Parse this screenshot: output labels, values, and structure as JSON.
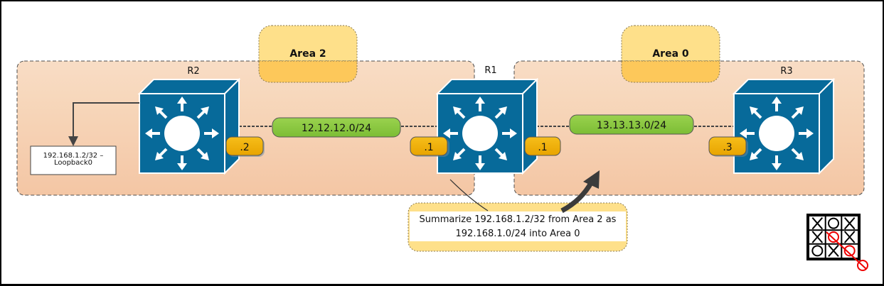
{
  "diagram": {
    "areas": [
      {
        "id": "area2",
        "label": "Area 2"
      },
      {
        "id": "area0",
        "label": "Area 0"
      }
    ],
    "routers": [
      {
        "id": "R2",
        "label": "R2"
      },
      {
        "id": "R1",
        "label": "R1"
      },
      {
        "id": "R3",
        "label": "R3"
      }
    ],
    "links": [
      {
        "subnet": "12.12.12.0/24",
        "left_ip": ".2",
        "right_ip": ".1"
      },
      {
        "subnet": "13.13.13.0/24",
        "left_ip": ".1",
        "right_ip": ".3"
      }
    ],
    "loopback": {
      "line1": "192.168.1.2/32 –",
      "line2": "Loopback0"
    },
    "callout": {
      "line1": "Summarize 192.168.1.2/32 from Area 2 as",
      "line2": "192.168.1.0/24 into Area 0"
    },
    "colors": {
      "area_fill": "#f7d3b3",
      "area_tab": "#fdd97a",
      "router_blue": "#076a9a",
      "subnet_green": "#8cc63f",
      "ip_orange": "#f3b100",
      "callout_fill": "#fee18a"
    },
    "logo": {
      "grid": [
        "X",
        "O",
        "X",
        "X",
        "O",
        "X",
        "O",
        "X",
        "O"
      ]
    }
  }
}
